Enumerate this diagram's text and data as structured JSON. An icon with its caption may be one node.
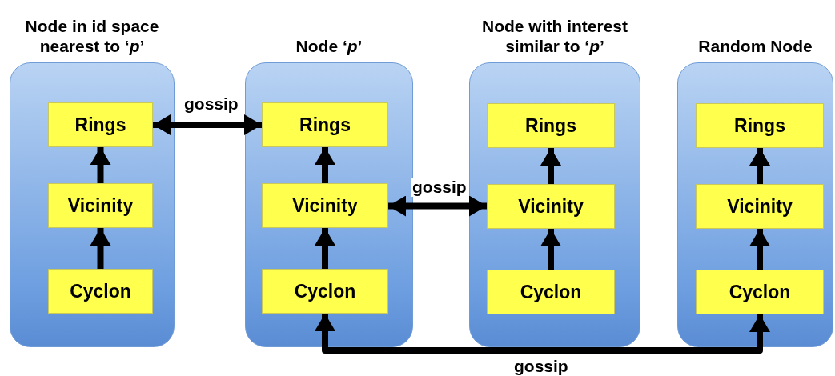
{
  "diagram": {
    "nodes": [
      {
        "text": [
          "Node in id space nearest to ‘*p*’"
        ]
      },
      {
        "text": [
          "Rings"
        ],
        "in": 0
      },
      {
        "text": [
          "Vicinity"
        ],
        "in": 0
      },
      {
        "text": [
          "Cyclon"
        ],
        "in": 0
      },
      {
        "text": [
          "Node ‘*p*’"
        ]
      },
      {
        "text": [
          "Rings"
        ],
        "in": 4
      },
      {
        "text": [
          "Vicinity"
        ],
        "in": 4
      },
      {
        "text": [
          "Cyclon"
        ],
        "in": 4
      },
      {
        "text": [
          "Node with interest similar to ‘*p*’"
        ]
      },
      {
        "text": [
          "Rings"
        ],
        "in": 8
      },
      {
        "text": [
          "Vicinity"
        ],
        "in": 8
      },
      {
        "text": [
          "Cyclon"
        ],
        "in": 8
      },
      {
        "text": [
          "Random Node"
        ]
      },
      {
        "text": [
          "Rings"
        ],
        "in": 12
      },
      {
        "text": [
          "Vicinity"
        ],
        "in": 12
      },
      {
        "text": [
          "Cyclon"
        ],
        "in": 12
      }
    ],
    "edges": [
      {
        "from": 3,
        "to": 2,
        "arrow": "to"
      },
      {
        "from": 2,
        "to": 1,
        "arrow": "to"
      },
      {
        "from": 7,
        "to": 6,
        "arrow": "to"
      },
      {
        "from": 6,
        "to": 5,
        "arrow": "to"
      },
      {
        "from": 11,
        "to": 10,
        "arrow": "to"
      },
      {
        "from": 10,
        "to": 9,
        "arrow": "to"
      },
      {
        "from": 15,
        "to": 14,
        "arrow": "to"
      },
      {
        "from": 14,
        "to": 13,
        "arrow": "to"
      },
      {
        "from": 1,
        "to": 5,
        "arrow": "both",
        "label": "gossip"
      },
      {
        "from": 6,
        "to": 10,
        "arrow": "both",
        "label": "gossip"
      },
      {
        "from": 7,
        "to": 15,
        "arrow": "both",
        "label": "gossip"
      }
    ]
  }
}
